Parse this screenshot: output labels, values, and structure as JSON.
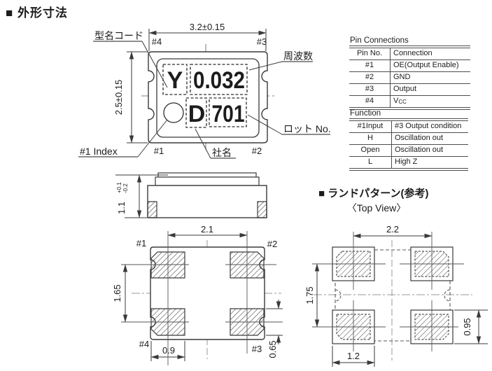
{
  "title": "■ 外形寸法",
  "colors": {
    "line": "#3a3a3a",
    "text": "#1c1c1c",
    "centerline": "#999999"
  },
  "marking_view": {
    "dim_width": "3.2±0.15",
    "dim_height": "2.5±0.15",
    "pin_top_left": "#4",
    "pin_top_right": "#3",
    "pin_bottom_left": "#1",
    "pin_bottom_right": "#2",
    "marks": {
      "model_code": "Y",
      "frequency": "0.032",
      "company": "D",
      "lot": "701"
    },
    "labels": {
      "model_code": "型名コード",
      "frequency": "周波数",
      "lot": "ロット No.",
      "company": "社名",
      "index": "#1 Index"
    }
  },
  "side_view": {
    "dim_height": "1.1",
    "tol_upper": "+0.1",
    "tol_lower": "-0.2"
  },
  "bottom_view": {
    "pin_top_left": "#1",
    "pin_top_right": "#2",
    "pin_bottom_left": "#4",
    "pin_bottom_right": "#3",
    "dim_pitch_x": "2.1",
    "dim_pitch_y": "1.65",
    "dim_pad_w": "0.9",
    "dim_pad_h": "0.65"
  },
  "land_pattern": {
    "title": "■ ランドパターン(参考)",
    "subtitle": "〈Top View〉",
    "dim_pitch_x": "2.2",
    "dim_pitch_y": "1.75",
    "dim_pad_w": "1.2",
    "dim_pad_h": "0.95"
  },
  "pin_table": {
    "title": "Pin Connections",
    "headers": [
      "Pin No.",
      "Connection"
    ],
    "rows": [
      {
        "pin": "#1",
        "conn": "OE(Output Enable)"
      },
      {
        "pin": "#2",
        "conn": "GND"
      },
      {
        "pin": "#3",
        "conn": "Output"
      },
      {
        "pin": "#4",
        "conn": "V",
        "conn_sub": "CC"
      }
    ]
  },
  "function_table": {
    "title": "Function",
    "headers": [
      "#1Input",
      "#3 Output condition"
    ],
    "rows": [
      {
        "input": "H",
        "output": "Oscillation out"
      },
      {
        "input": "Open",
        "output": "Oscillation out"
      },
      {
        "input": "L",
        "output": "High Z"
      }
    ]
  }
}
